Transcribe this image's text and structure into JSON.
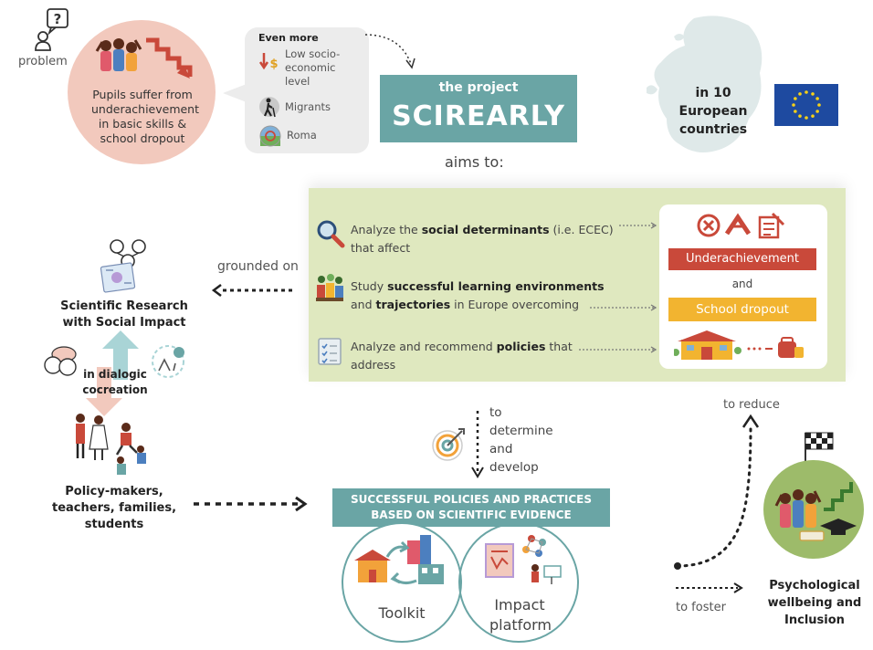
{
  "problem": {
    "label": "problem",
    "circle_text": "Pupils suffer from underachievement in basic skills & school dropout"
  },
  "even_more": {
    "title": "Even more",
    "items": [
      {
        "label": "Low socio-economic level",
        "icon": "money-down-icon"
      },
      {
        "label": "Migrants",
        "icon": "migrant-walking-icon"
      },
      {
        "label": "Roma",
        "icon": "roma-wheel-icon"
      }
    ]
  },
  "project": {
    "subtitle": "the project",
    "name": "SCIREARLY",
    "aims": "aims to:"
  },
  "countries": {
    "text": "in 10 European countries",
    "flag": "eu-flag-icon"
  },
  "aims_box": {
    "items": [
      {
        "pre": "Analyze the ",
        "bold": "social determinants",
        "post": " (i.e. ECEC) that affect"
      },
      {
        "pre": "Study ",
        "bold": "successful learning environments",
        "mid": " and ",
        "bold2": "trajectories",
        "post": " in Europe overcoming"
      },
      {
        "pre": "Analyze and recommend ",
        "bold": "policies",
        "post": " that address"
      }
    ],
    "underachievement": "Underachievement",
    "and": "and",
    "dropout": "School dropout"
  },
  "left": {
    "grounded_on": "grounded on",
    "research": "Scientific Research with Social Impact",
    "dialogic": "in dialogic cocreation",
    "stakeholders": "Policy-makers, teachers, families, students"
  },
  "middle": {
    "determine": "to determine and develop",
    "banner": "SUCCESSFUL POLICIES AND PRACTICES BASED ON SCIENTIFIC EVIDENCE",
    "toolkit": "Toolkit",
    "impact": "Impact platform"
  },
  "right": {
    "to_reduce": "to reduce",
    "to_foster": "to foster",
    "wellbeing": "Psychological wellbeing and Inclusion"
  },
  "colors": {
    "teal": "#6aa5a5",
    "green_box": "#dfe8bf",
    "red": "#c9493a",
    "orange": "#f2b430",
    "pink": "#f2c9bd",
    "eu_blue": "#1e4aa0"
  }
}
